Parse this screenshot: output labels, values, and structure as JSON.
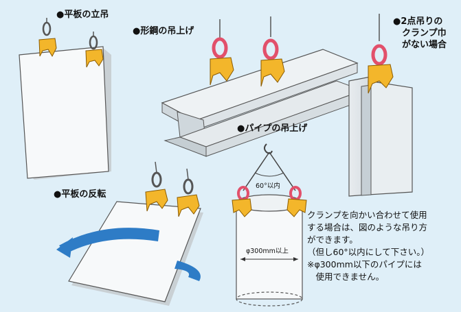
{
  "labels": {
    "plate_vertical": "●平板の立吊",
    "shape_steel": "●形鋼の吊上げ",
    "two_point_line1": "●2点吊りの",
    "two_point_line2": "クランプ巾",
    "two_point_line3": "がない場合",
    "pipe_lift": "●パイプの吊上げ",
    "plate_flip": "●平板の反転"
  },
  "pipe_diagram": {
    "angle": "60°以内",
    "diameter": "φ300mm以上"
  },
  "note": {
    "line1": "クランプを向かい合わせて使用",
    "line2": "する場合は、図のような吊り方",
    "line3": "ができます。",
    "line4": "（但し60°以内にして下さい。）",
    "line5": "※φ300mm以下のパイプには",
    "line6": "　使用できません。"
  },
  "colors": {
    "background": "#dfeff8",
    "clamp": "#f3b62b",
    "eye_red": "#e2506b",
    "arrow": "#2e7cc6",
    "plate": "#f7f9fa"
  }
}
